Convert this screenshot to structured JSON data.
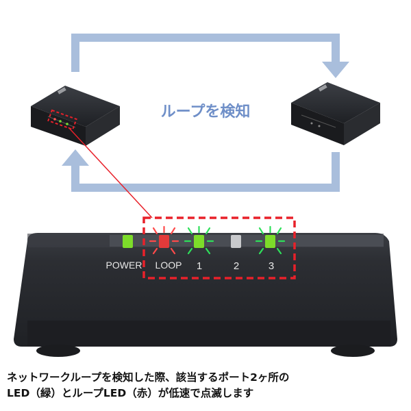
{
  "diagram": {
    "loop_label": "ループを検知",
    "led_labels": {
      "power": "POWER",
      "loop": "LOOP",
      "port1": "1",
      "port2": "2",
      "port3": "3"
    },
    "led_states": {
      "power": "on",
      "loop": "blinking",
      "port1": "blinking",
      "port2": "off",
      "port3": "blinking"
    },
    "colors": {
      "arrow": "#a9bedc",
      "highlight": "#e8212a",
      "loop_led": "#e23a3a",
      "port_led": "#7ddc2a",
      "blink_marks_red": "#ff4a4a",
      "blink_marks_green": "#2ee05a",
      "device_body": "#2b2d31"
    }
  },
  "caption": {
    "line1": "ネットワークループを検知した際、該当するポート2ヶ所の",
    "line2": "LED（緑）とループLED（赤）が低速で点滅します"
  }
}
